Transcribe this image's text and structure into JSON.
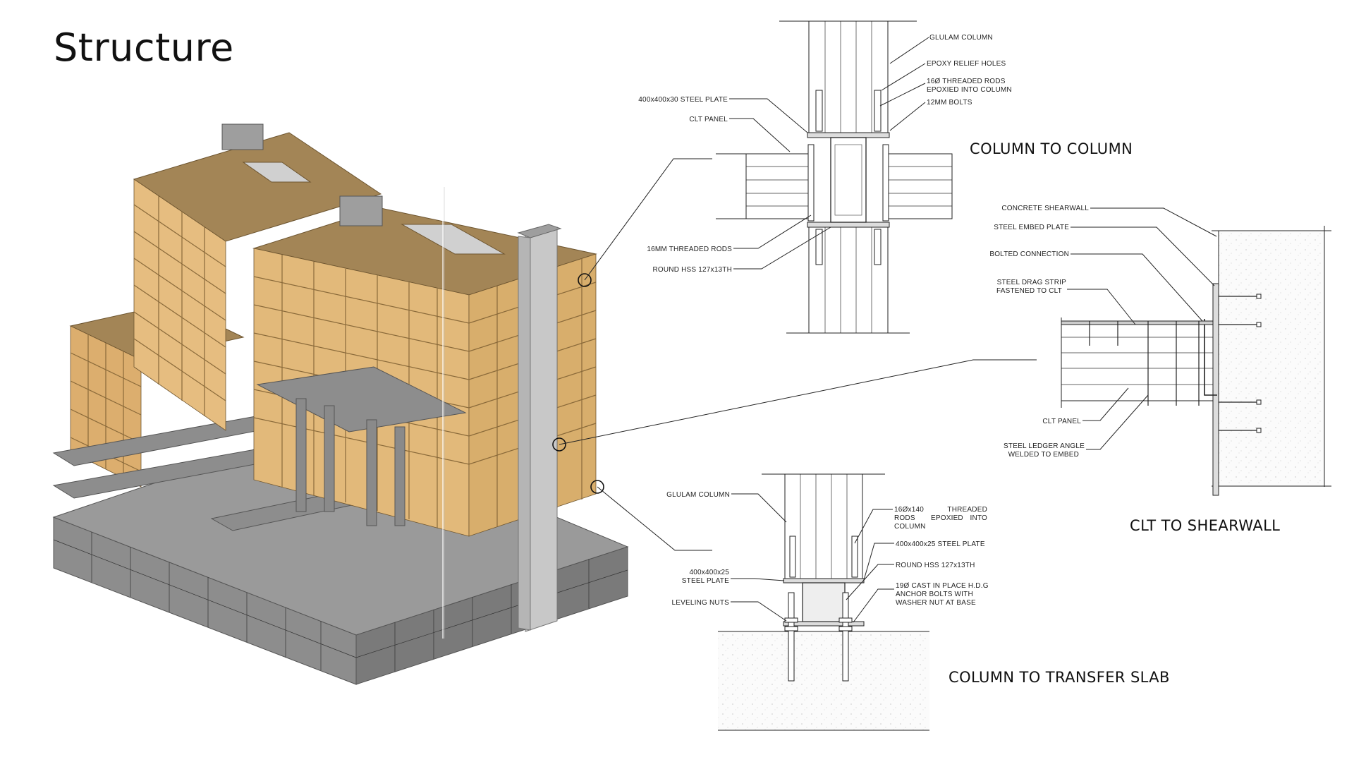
{
  "title": "Structure",
  "details": {
    "column_to_column": {
      "title": "COLUMN TO COLUMN",
      "labels": {
        "glulam": "GLULAM COLUMN",
        "epoxy": "EPOXY RELIEF HOLES",
        "rods1": "16Ø THREADED RODS",
        "rods2": "EPOXIED INTO COLUMN",
        "bolts": "12MM BOLTS",
        "plate": "400x400x30 STEEL PLATE",
        "clt": "CLT PANEL",
        "rods16": "16MM THREADED RODS",
        "hss": "ROUND HSS 127x13TH"
      }
    },
    "clt_to_shearwall": {
      "title": "CLT TO SHEARWALL",
      "labels": {
        "shearwall": "CONCRETE SHEARWALL",
        "embed": "STEEL EMBED PLATE",
        "bolted": "BOLTED CONNECTION",
        "drag1": "STEEL DRAG STRIP",
        "drag2": "FASTENED TO CLT",
        "clt": "CLT PANEL",
        "ledger1": "STEEL LEDGER ANGLE",
        "ledger2": "WELDED TO EMBED"
      }
    },
    "column_to_transfer_slab": {
      "title": "COLUMN TO TRANSFER SLAB",
      "labels": {
        "glulam": "GLULAM COLUMN",
        "rods_a": "16Øx140",
        "rods_b": "THREADED",
        "rods_c": "RODS",
        "rods_d": "EPOXIED",
        "rods_e": "INTO",
        "rods_f": "COLUMN",
        "plate_r": "400x400x25 STEEL PLATE",
        "plate_l1": "400x400x25",
        "plate_l2": "STEEL PLATE",
        "hss": "ROUND HSS 127x13TH",
        "leveling": "LEVELING NUTS",
        "anchor1": "19Ø CAST IN PLACE H.D.G",
        "anchor2": "ANCHOR BOLTS WITH",
        "anchor3": "WASHER NUT AT BASE"
      }
    }
  },
  "colors": {
    "timber": "#a38556",
    "timber_light": "#d9a863",
    "frame": "#e2b97a",
    "concrete": "#8e8e8e",
    "concrete_light": "#c9c9c9"
  }
}
